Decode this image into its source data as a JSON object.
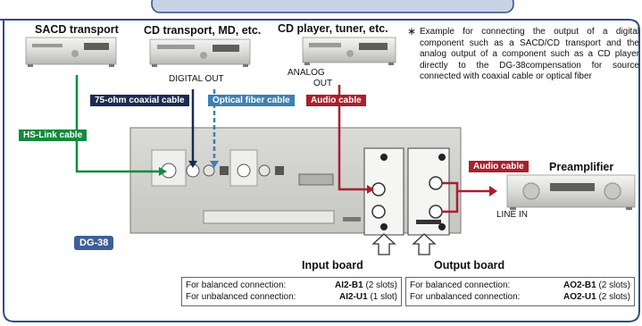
{
  "devices": {
    "sacd": "SACD transport",
    "cd_transport": "CD transport, MD, etc.",
    "cd_player": "CD player, tuner, etc.",
    "preamp": "Preamplifier"
  },
  "port_labels": {
    "digital_out": "DIGITAL OUT",
    "analog_out_line1": "ANALOG",
    "analog_out_line2": "OUT",
    "line_in": "LINE IN"
  },
  "cables": {
    "coax": "75-ohm coaxial  cable",
    "optical": "Optical fiber cable",
    "audio_top": "Audio cable",
    "hslink": "HS-Link cable",
    "audio_right": "Audio cable"
  },
  "note": {
    "asterisk": "∗",
    "text": "Example for connecting the output of a digital component such as a SACD/CD transport and the analog output of a component such as a CD player directly to the DG-38compensation for source connected with coaxial cable or optical fiber"
  },
  "unit_label": "DG-38",
  "boards": {
    "input": {
      "title": "Input board",
      "balanced_label": "For balanced connection:",
      "balanced_model": "AI2-B1",
      "balanced_slots": "(2 slots)",
      "unbalanced_label": "For unbalanced connection:",
      "unbalanced_model": "AI2-U1",
      "unbalanced_slots": "(1 slot)"
    },
    "output": {
      "title": "Output board",
      "balanced_label": "For balanced connection:",
      "balanced_model": "AO2-B1",
      "balanced_slots": "(2 slots)",
      "unbalanced_label": "For unbalanced connection:",
      "unbalanced_model": "AO2-U1",
      "unbalanced_slots": "(2 slots)"
    }
  },
  "colors": {
    "frame": "#2d4e86",
    "title_bar": "#c9d3e6",
    "coax": "#1c2a4e",
    "optical": "#3f7fb0",
    "audio": "#a8202e",
    "hslink": "#128a3c",
    "unit_label": "#3d5f97"
  }
}
